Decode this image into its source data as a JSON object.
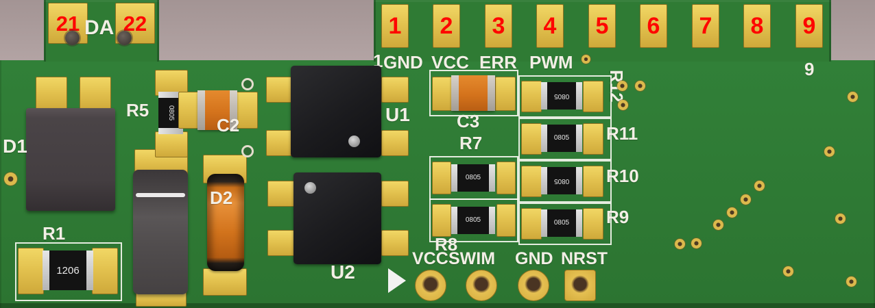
{
  "colors": {
    "background": "#b3a4a4",
    "board": "#2e7a33",
    "pad_gold": "#e3c24f",
    "silkscreen_white": "#f3efe6",
    "pin_number_red": "#fe0600"
  },
  "icons": {
    "pin1_arrow": "triangle-right"
  },
  "tab": {
    "pin_left_number": "21",
    "label": "DA",
    "pin_right_number": "22"
  },
  "connector": {
    "pin_numbers": [
      "1",
      "2",
      "3",
      "4",
      "5",
      "6",
      "7",
      "8",
      "9"
    ],
    "pin1_silk": "1",
    "signal_labels": [
      "GND",
      "VCC",
      "ERR",
      "PWM"
    ],
    "pin9_silk": "9"
  },
  "refdes": {
    "d1": "D1",
    "r1": "R1",
    "r5": "R5",
    "c2": "C2",
    "d2": "D2",
    "u1": "U1",
    "u2": "U2",
    "c3": "C3",
    "r7": "R7",
    "r8": "R8",
    "r9": "R9",
    "r10": "R10",
    "r11": "R11",
    "r12": "R12"
  },
  "markings": {
    "r1_package": "1206",
    "smd_package": "0805"
  },
  "programming_header": {
    "labels": [
      "VCC",
      "SWIM",
      "GND",
      "NRST"
    ]
  }
}
